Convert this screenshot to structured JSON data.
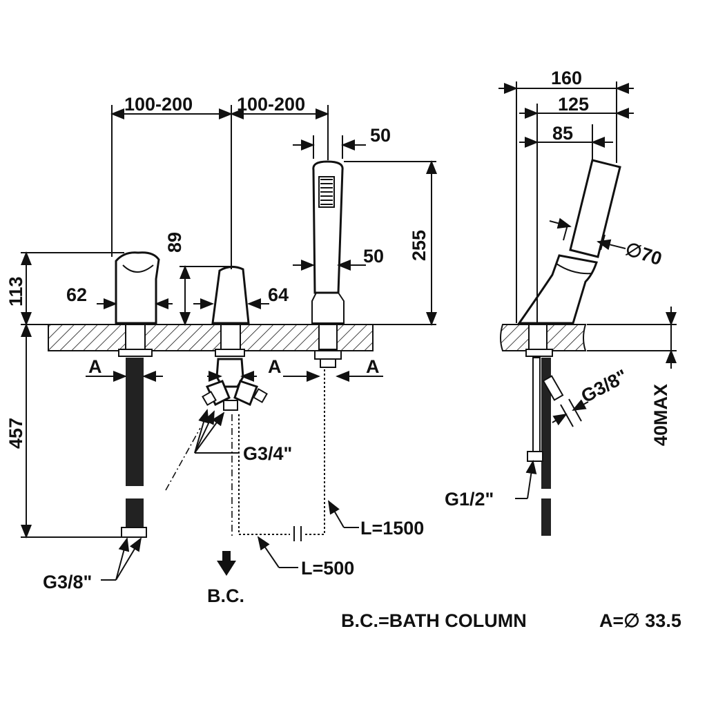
{
  "drawing": {
    "dimensions": {
      "spacing_left": "100-200",
      "spacing_right": "100-200",
      "handshower_width": "50",
      "handshower_height": "255",
      "handshower_neck": "50",
      "lever_height_right": "89",
      "lever_height_left": "113",
      "lever_base_left": "62",
      "lever_base_right": "64",
      "below_deck": "457",
      "side_total": "160",
      "side_mid": "125",
      "side_inner": "85",
      "side_diameter": "∅70",
      "deck_thickness": "40MAX"
    },
    "labels": {
      "a_left": "A",
      "a_mid": "A",
      "a_right": "A",
      "g34": "G3/4\"",
      "g38_left": "G3/8\"",
      "g38_side": "G3/8\"",
      "g12": "G1/2\"",
      "l1500": "L=1500",
      "l500": "L=500",
      "bc": "B.C."
    },
    "legend": {
      "bath_column": "B.C.=BATH COLUMN",
      "a_value": "A=∅ 33.5"
    }
  }
}
